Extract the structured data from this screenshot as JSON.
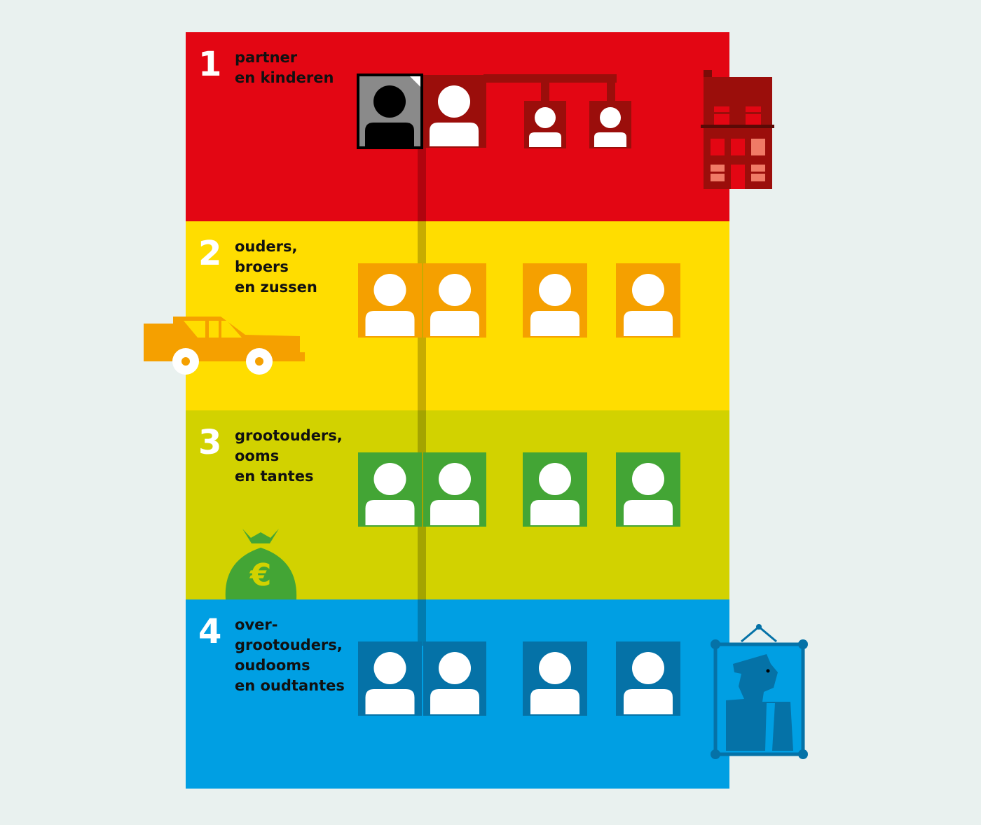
{
  "degrees": [
    {
      "number": "1",
      "label": "partner\nen kinderen",
      "color": "#e30613",
      "box_color": "#9b0e0b"
    },
    {
      "number": "2",
      "label": "ouders,\nbroers\nen zussen",
      "color": "#ffdd00",
      "box_color": "#f5a000"
    },
    {
      "number": "3",
      "label": "grootouders,\nooms\nen tantes",
      "color": "#d2d200",
      "box_color": "#43a535"
    },
    {
      "number": "4",
      "label": "over-\ngrootouders,\noudooms\nen oudtantes",
      "color": "#009fe3",
      "box_color": "#0572a7"
    }
  ],
  "icons": {
    "house": "house-icon",
    "car": "car-icon",
    "money_bag": "money-bag-icon",
    "money_symbol": "€",
    "portrait": "portrait-icon"
  },
  "colors": {
    "background": "#e9f1ef",
    "self_box": "#8a8a8a",
    "person": "#ffffff"
  }
}
